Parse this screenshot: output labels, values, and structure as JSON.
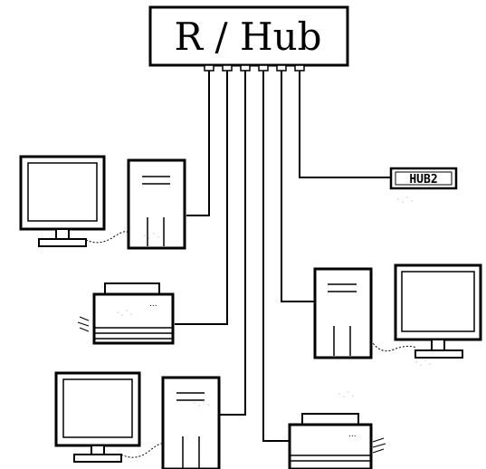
{
  "hub": {
    "label": "R / Hub",
    "port_count": 6
  },
  "hub2": {
    "label": "HUB2"
  },
  "devices": [
    {
      "kind": "computer",
      "side": "left",
      "name": "top-left-computer"
    },
    {
      "kind": "printer",
      "side": "left",
      "name": "left-printer"
    },
    {
      "kind": "computer",
      "side": "right",
      "name": "right-computer"
    },
    {
      "kind": "computer",
      "side": "left",
      "name": "bottom-left-computer"
    },
    {
      "kind": "printer",
      "side": "right",
      "name": "bottom-printer"
    }
  ],
  "colors": {
    "line": "#000000",
    "background": "#ffffff",
    "shadow": "#bbbbbb"
  }
}
